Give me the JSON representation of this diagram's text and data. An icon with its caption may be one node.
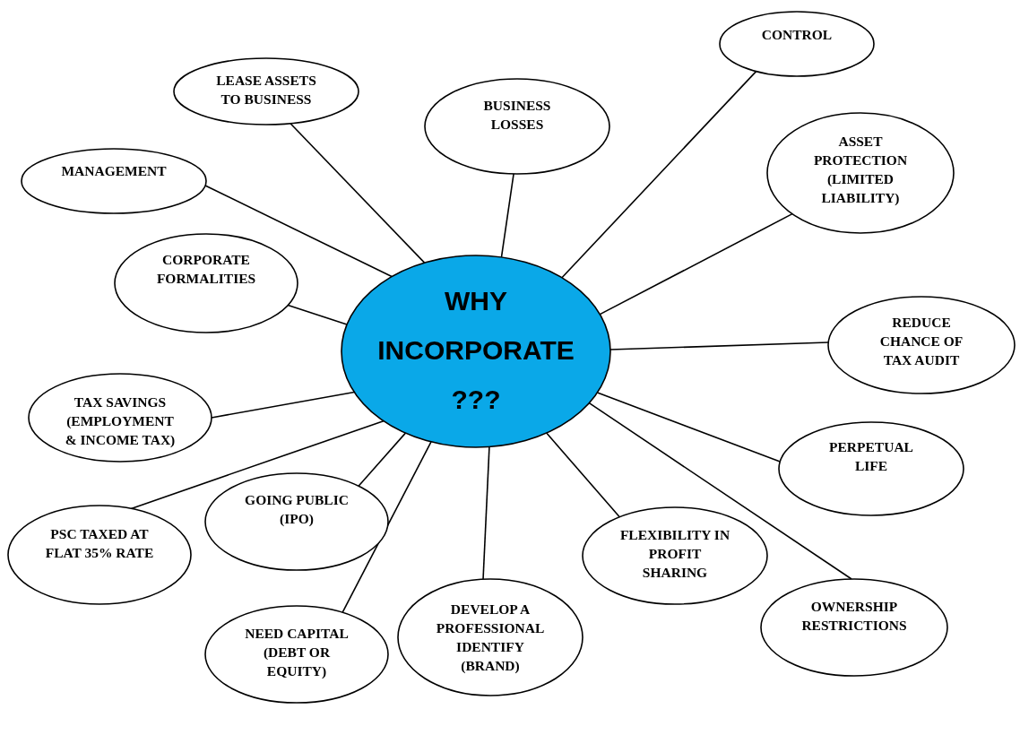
{
  "diagram": {
    "nodes": [
      {
        "text": [
          "WHY INCORPORATE ???"
        ]
      },
      {
        "text": [
          "CONTROL"
        ]
      },
      {
        "text": [
          "LEASE ASSETS TO BUSINESS"
        ]
      },
      {
        "text": [
          "BUSINESS LOSSES"
        ]
      },
      {
        "text": [
          "ASSET PROTECTION (LIMITED LIABILITY)"
        ]
      },
      {
        "text": [
          "MANAGEMENT"
        ]
      },
      {
        "text": [
          "CORPORATE FORMALITIES"
        ]
      },
      {
        "text": [
          "REDUCE CHANCE OF TAX AUDIT"
        ]
      },
      {
        "text": [
          "TAX SAVINGS (EMPLOYMENT & INCOME TAX)"
        ]
      },
      {
        "text": [
          "PERPETUAL LIFE"
        ]
      },
      {
        "text": [
          "GOING PUBLIC (IPO)"
        ]
      },
      {
        "text": [
          "PSC TAXED AT FLAT 35% RATE"
        ]
      },
      {
        "text": [
          "FLEXIBILITY IN PROFIT SHARING"
        ]
      },
      {
        "text": [
          "DEVELOP A PROFESSIONAL IDENTIFY (BRAND)"
        ]
      },
      {
        "text": [
          "OWNERSHIP RESTRICTIONS"
        ]
      },
      {
        "text": [
          "NEED CAPITAL (DEBT OR EQUITY)"
        ]
      }
    ],
    "edges": [
      {
        "from": 0,
        "to": 1,
        "arrow": "none"
      },
      {
        "from": 0,
        "to": 2,
        "arrow": "none"
      },
      {
        "from": 0,
        "to": 3,
        "arrow": "none"
      },
      {
        "from": 0,
        "to": 4,
        "arrow": "none"
      },
      {
        "from": 0,
        "to": 5,
        "arrow": "none"
      },
      {
        "from": 0,
        "to": 6,
        "arrow": "none"
      },
      {
        "from": 0,
        "to": 7,
        "arrow": "none"
      },
      {
        "from": 0,
        "to": 8,
        "arrow": "none"
      },
      {
        "from": 0,
        "to": 9,
        "arrow": "none"
      },
      {
        "from": 0,
        "to": 10,
        "arrow": "none"
      },
      {
        "from": 0,
        "to": 11,
        "arrow": "none"
      },
      {
        "from": 0,
        "to": 12,
        "arrow": "none"
      },
      {
        "from": 0,
        "to": 13,
        "arrow": "none"
      },
      {
        "from": 0,
        "to": 14,
        "arrow": "none"
      },
      {
        "from": 0,
        "to": 15,
        "arrow": "none"
      }
    ]
  }
}
